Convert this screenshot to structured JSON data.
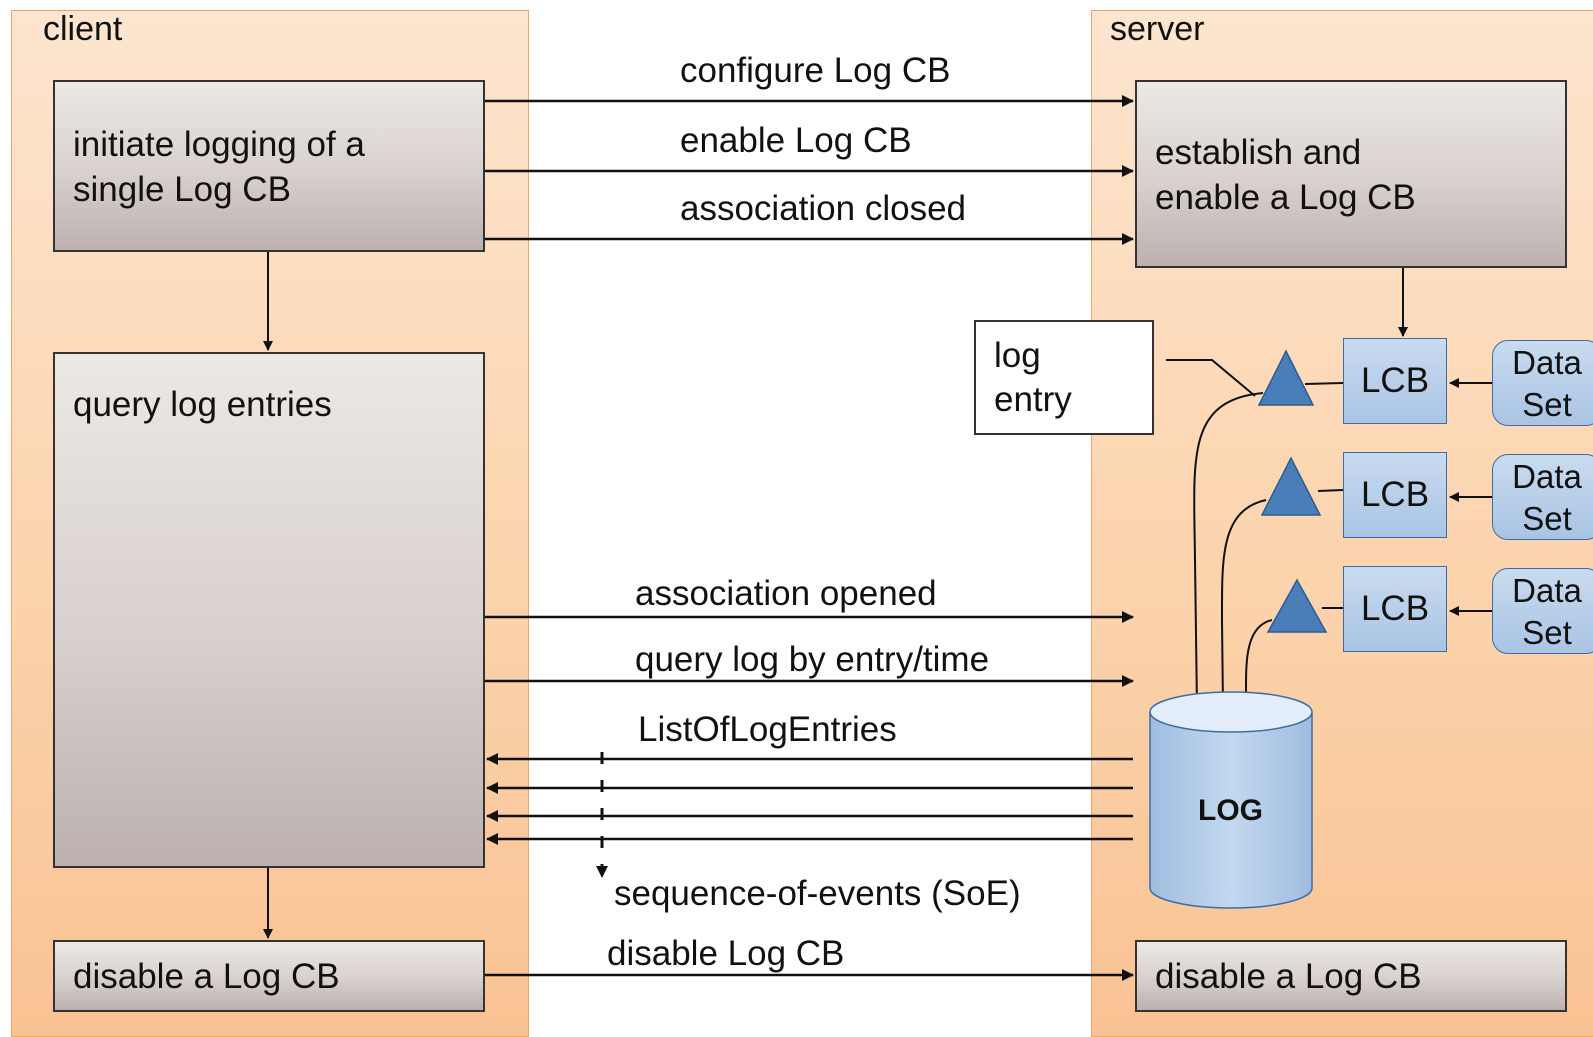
{
  "lanes": {
    "client_title": "client",
    "server_title": "server"
  },
  "client": {
    "initiate": "initiate logging of a\nsingle Log CB",
    "query": "query log entries",
    "disable": "disable a Log CB"
  },
  "server": {
    "establish": "establish and\nenable a Log CB",
    "disable": "disable a Log CB",
    "log_entry": "log\nentry",
    "lcb_label": "LCB",
    "dataset_label": "Data\nSet",
    "log_db": "LOG"
  },
  "messages": {
    "configure": "configure Log CB",
    "enable": "enable Log CB",
    "assoc_closed": "association closed",
    "assoc_opened": "association opened",
    "query_log": "query log by entry/time",
    "list_entries": "ListOfLogEntries",
    "soe": "sequence-of-events (SoE)",
    "disable": "disable Log CB"
  },
  "colors": {
    "lane_fill": "#fbd2aa",
    "lane_border": "#f0a565",
    "shape_blue": "#4a7ebb",
    "shape_light_blue": "#b9d0ea"
  }
}
